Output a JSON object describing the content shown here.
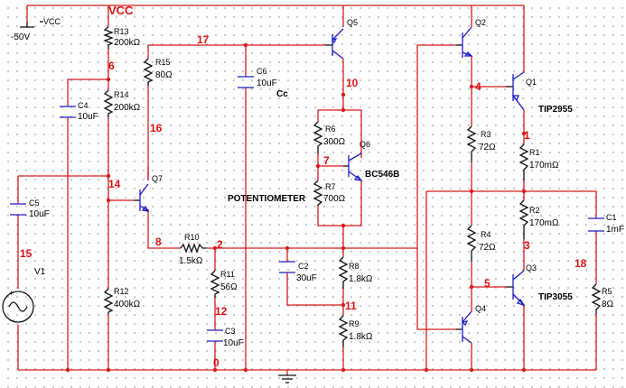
{
  "supply": {
    "label": "VCC",
    "voltage": "-50V",
    "net": "VCC"
  },
  "components": {
    "R13": {
      "ref": "R13",
      "value": "200kΩ"
    },
    "R14": {
      "ref": "R14",
      "value": "200kΩ"
    },
    "R12": {
      "ref": "R12",
      "value": "400kΩ"
    },
    "R15": {
      "ref": "R15",
      "value": "80Ω"
    },
    "R10": {
      "ref": "R10",
      "value": "1.5kΩ"
    },
    "R11": {
      "ref": "R11",
      "value": "56Ω"
    },
    "R6": {
      "ref": "R6",
      "value": "300Ω"
    },
    "R7": {
      "ref": "R7",
      "value": "700Ω"
    },
    "R8": {
      "ref": "R8",
      "value": "1.8kΩ"
    },
    "R9": {
      "ref": "R9",
      "value": "1.8kΩ"
    },
    "R3": {
      "ref": "R3",
      "value": "72Ω"
    },
    "R4": {
      "ref": "R4",
      "value": "72Ω"
    },
    "R1": {
      "ref": "R1",
      "value": "170mΩ"
    },
    "R2": {
      "ref": "R2",
      "value": "170mΩ"
    },
    "R5": {
      "ref": "R5",
      "value": "8Ω"
    },
    "C5": {
      "ref": "C5",
      "value": "10uF"
    },
    "C4": {
      "ref": "C4",
      "value": "10uF"
    },
    "C6": {
      "ref": "C6",
      "value": "10uF"
    },
    "C2": {
      "ref": "C2",
      "value": "30uF"
    },
    "C3": {
      "ref": "C3",
      "value": "10uF"
    },
    "C1": {
      "ref": "C1",
      "value": "1mF"
    },
    "Q1": {
      "ref": "Q1",
      "part": "TIP2955"
    },
    "Q2": {
      "ref": "Q2"
    },
    "Q3": {
      "ref": "Q3",
      "part": "TIP3055"
    },
    "Q4": {
      "ref": "Q4"
    },
    "Q5": {
      "ref": "Q5"
    },
    "Q6": {
      "ref": "Q6",
      "part": "BC546B"
    },
    "Q7": {
      "ref": "Q7"
    },
    "V1": {
      "ref": "V1"
    }
  },
  "annotations": {
    "cc": "Cc",
    "potentiometer": "POTENTIOMETER"
  },
  "nets": {
    "n0": "0",
    "n1": "1",
    "n2": "2",
    "n3": "3",
    "n4": "4",
    "n5": "5",
    "n6": "6",
    "n7": "7",
    "n8": "8",
    "n10": "10",
    "n11": "11",
    "n12": "12",
    "n14": "14",
    "n15": "15",
    "n16": "16",
    "n17": "17",
    "n18": "18"
  },
  "colors": {
    "wire": "#d81b1b",
    "net_label": "#e01010",
    "component": "#1c1cc8",
    "symbol": "#111111"
  }
}
